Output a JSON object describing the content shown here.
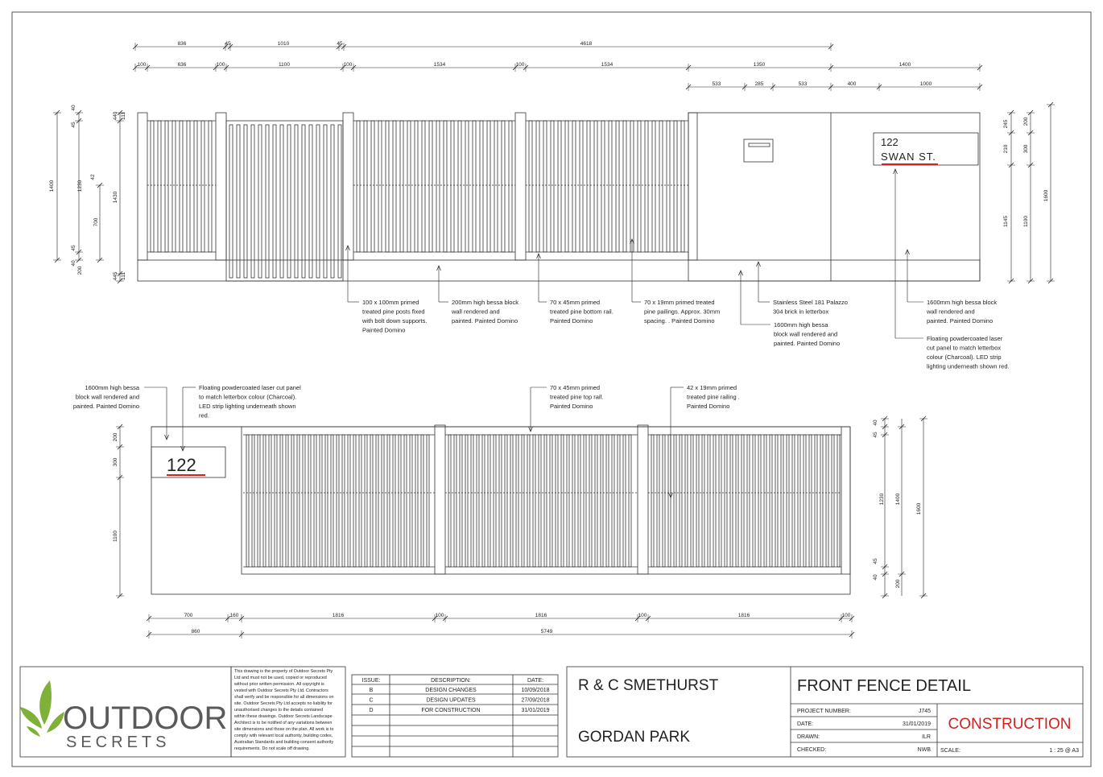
{
  "elevation1": {
    "dims_top": [
      "836",
      "45",
      "1010",
      "45",
      "4618"
    ],
    "dims_row2": [
      "100",
      "636",
      "100",
      "1100",
      "100",
      "1534",
      "100",
      "1534",
      "1350",
      "1400"
    ],
    "dims_row3": [
      "533",
      "285",
      "533",
      "400",
      "1000"
    ],
    "dims_left": [
      "1400",
      "1230",
      "700",
      "1430",
      "45",
      "40",
      "45",
      "40",
      "42",
      "200",
      "440",
      "111",
      "445",
      "111"
    ],
    "dims_right": [
      "245",
      "210",
      "1145",
      "200",
      "300",
      "1100",
      "1600"
    ],
    "sign_line1": "122",
    "sign_line2": "SWAN ST.",
    "notes": [
      [
        "100 x 100mm primed",
        "treated pine posts fixed",
        "with bolt down supports.",
        "Painted Domino"
      ],
      [
        "200mm high bessa block",
        "wall rendered and",
        "painted. Painted Domino"
      ],
      [
        "70 x 45mm primed",
        "treated pine bottom rail.",
        "Painted Domino"
      ],
      [
        "70 x 19mm primed treated",
        "pine pailings. Approx. 30mm",
        "spacing. . Painted Domino"
      ],
      [
        "Stainless Steel 181 Palazzo",
        "304 brick in letterbox"
      ],
      [
        "1600mm high bessa",
        "block wall rendered and",
        "painted. Painted Domino"
      ],
      [
        "1600mm high bessa block",
        "wall rendered and",
        "painted. Painted Domino"
      ],
      [
        "Floating powdercoated laser",
        "cut panel to match letterbox",
        "colour (Charcoal). LED strip",
        "lighting underneath shown red."
      ]
    ]
  },
  "elevation2": {
    "sign_text": "122",
    "notes": [
      [
        "1600mm high bessa",
        "block wall rendered and",
        "painted. Painted Domino"
      ],
      [
        "Floating powdercoated laser cut panel",
        "to match letterbox colour (Charcoal).",
        "LED strip lighting underneath shown",
        "red."
      ],
      [
        "70 x 45mm primed",
        "treated pine top rail.",
        "Painted Domino"
      ],
      [
        "42 x 19mm primed",
        "treated pine railing .",
        "Painted Domino"
      ]
    ],
    "dims_bottom1": [
      "700",
      "160",
      "1816",
      "100",
      "1816",
      "100",
      "1816",
      "100"
    ],
    "dims_bottom2": [
      "860",
      "5749"
    ],
    "dims_left": [
      "200",
      "300",
      "1100"
    ],
    "dims_right": [
      "40",
      "45",
      "1230",
      "1400",
      "1600",
      "45",
      "40",
      "200"
    ]
  },
  "title_block": {
    "logo_word": "OUTDOOR",
    "logo_sub": "SECRETS",
    "disclaimer": [
      "This drawing is the property of Outdoor Secrets Pty",
      "Ltd and must not be used, copied or reproduced",
      "without prior written permission. All copyright is",
      "vested with Outdoor Secrets Pty Ltd. Contractors",
      "shall verify and be responsible for all dimensions on",
      "site. Outdoor Secrets Pty Ltd accepts no liability for",
      "unauthorised changes to the details contained",
      "within these drawings. Outdoor Secrets Landscape",
      "Architect is to be notified of any variations between",
      "site dimensions and those on the plan. All work is to",
      "comply with relevant local authority, building codes,",
      "Australian Standards and building consent authority",
      "requirements. Do not scale off drawing."
    ],
    "issue_headers": [
      "ISSUE:",
      "DESCRIPTION:",
      "DATE:"
    ],
    "issues": [
      [
        "B",
        "DESIGN CHANGES",
        "10/09/2018"
      ],
      [
        "C",
        "DESIGN UPDATES",
        "27/09/2018"
      ],
      [
        "D",
        "FOR CONSTRUCTION",
        "31/01/2019"
      ]
    ],
    "client": "R & C SMETHURST",
    "location": "GORDAN PARK",
    "drawing_title": "FRONT FENCE DETAIL",
    "fields": [
      {
        "label": "PROJECT NUMBER:",
        "value": "J745"
      },
      {
        "label": "DATE:",
        "value": "31/01/2019"
      },
      {
        "label": "DRAWN:",
        "value": "ILR"
      },
      {
        "label": "CHECKED:",
        "value": "NWB"
      }
    ],
    "status": "CONSTRUCTION",
    "scale_label": "SCALE:",
    "scale_value": "1 : 25 @ A3"
  },
  "colors": {
    "line": "#222222",
    "accent_red": "#d42020",
    "logo_green": "#7fb03a",
    "logo_grey": "#5a5a5a"
  }
}
